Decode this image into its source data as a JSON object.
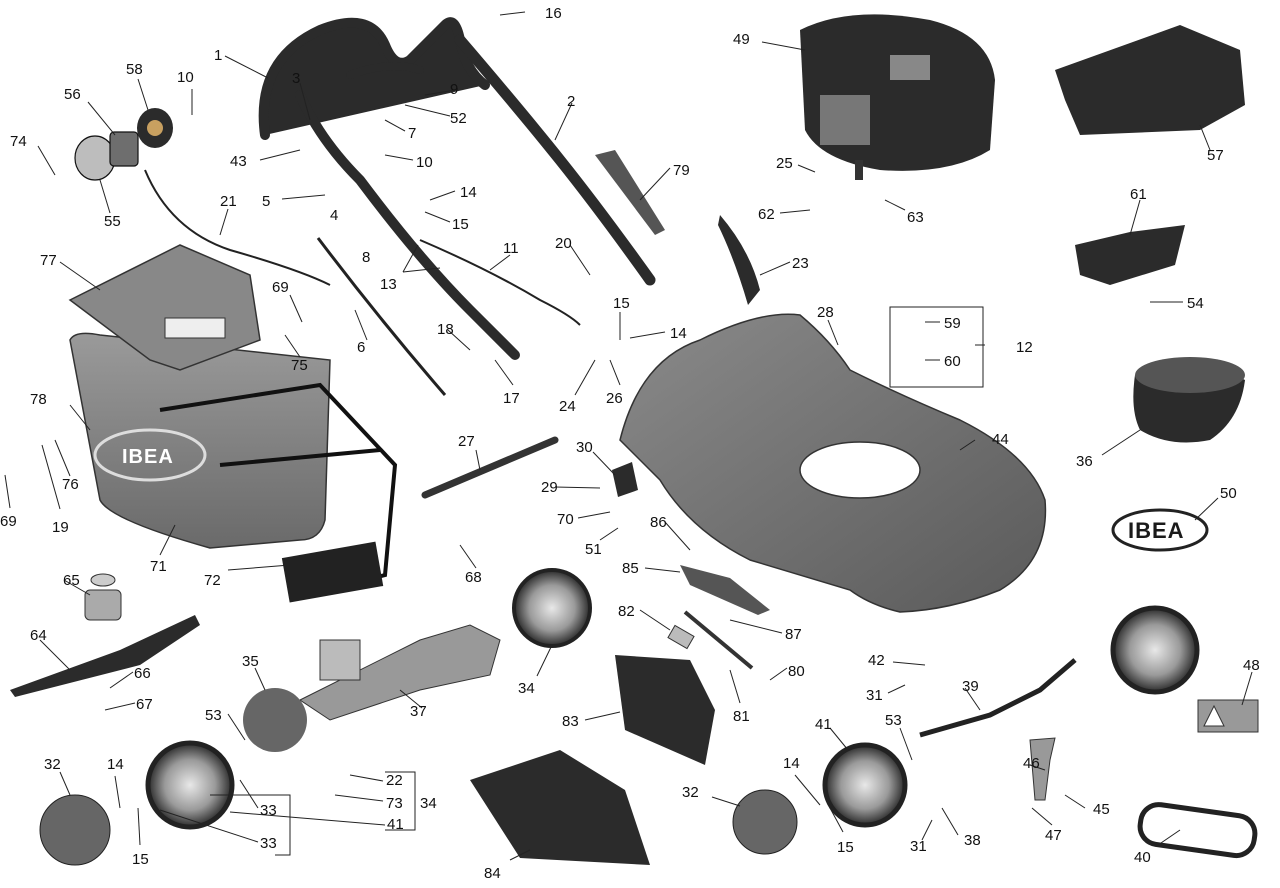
{
  "diagram": {
    "brand_logo_text": "IBEA",
    "callouts": [
      "1",
      "2",
      "3",
      "4",
      "5",
      "6",
      "7",
      "8",
      "9",
      "10",
      "10",
      "11",
      "12",
      "13",
      "14",
      "14",
      "14",
      "14",
      "15",
      "15",
      "15",
      "15",
      "16",
      "17",
      "18",
      "19",
      "20",
      "21",
      "22",
      "23",
      "24",
      "25",
      "26",
      "27",
      "28",
      "29",
      "30",
      "31",
      "31",
      "32",
      "32",
      "33",
      "33",
      "34",
      "34",
      "35",
      "36",
      "37",
      "38",
      "39",
      "40",
      "41",
      "41",
      "42",
      "43",
      "44",
      "45",
      "46",
      "47",
      "48",
      "49",
      "50",
      "51",
      "52",
      "53",
      "53",
      "54",
      "55",
      "56",
      "57",
      "58",
      "59",
      "60",
      "61",
      "62",
      "63",
      "64",
      "65",
      "66",
      "67",
      "68",
      "69",
      "69",
      "70",
      "71",
      "72",
      "73",
      "74",
      "75",
      "76",
      "77",
      "78",
      "79",
      "80",
      "81",
      "82",
      "83",
      "84",
      "85",
      "86",
      "87"
    ]
  }
}
